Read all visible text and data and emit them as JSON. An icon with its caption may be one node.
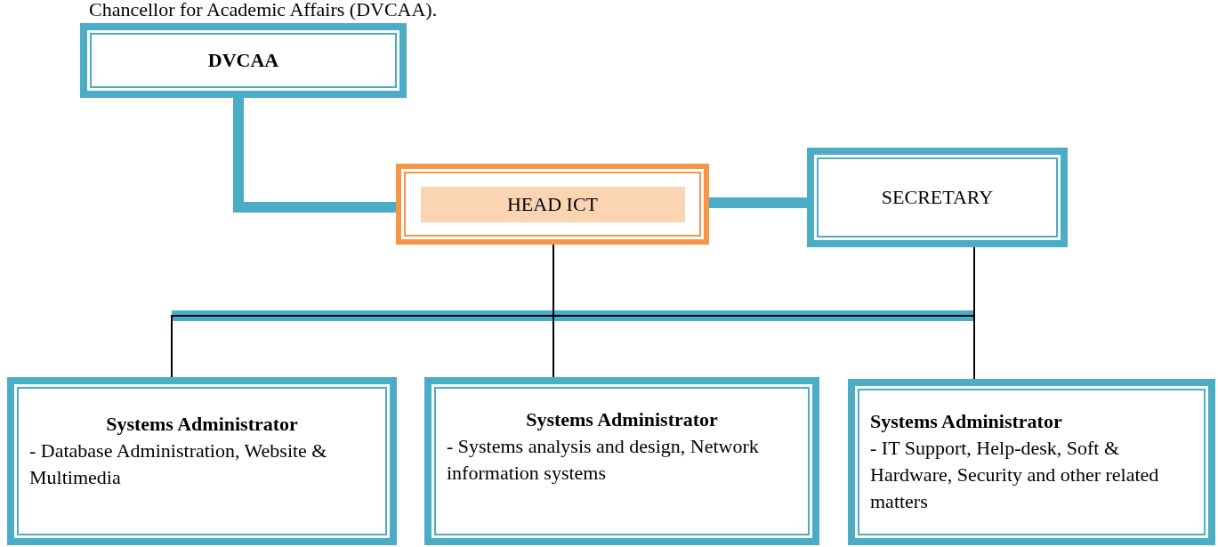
{
  "diagram": {
    "nodes": [
      {
        "text": [
          "DVCAA"
        ]
      },
      {
        "text": [
          "HEAD ICT"
        ]
      },
      {
        "text": [
          "SECRETARY"
        ]
      },
      {
        "text": [
          "Systems Administrator",
          "- Database Administration, Website & Multimedia"
        ]
      },
      {
        "text": [
          "Systems Administrator",
          "- Systems analysis and design, Network information systems"
        ]
      },
      {
        "text": [
          "Systems Administrator",
          "- IT Support, Help-desk, Soft & Hardware, Security and other related matters"
        ]
      }
    ],
    "edges": [
      {
        "from": 0,
        "to": 1,
        "arrow": "none",
        "style": "thick",
        "color": "#4bacc6"
      },
      {
        "from": 1,
        "to": 2,
        "arrow": "none",
        "style": "thick",
        "color": "#4bacc6"
      },
      {
        "from": 1,
        "to": 4,
        "arrow": "none"
      },
      {
        "from": 2,
        "to": 5,
        "arrow": "none"
      },
      {
        "from": 2,
        "to": 3,
        "arrow": "none"
      }
    ],
    "labels": [
      "Chancellor for Academic Affairs (DVCAA)."
    ]
  }
}
